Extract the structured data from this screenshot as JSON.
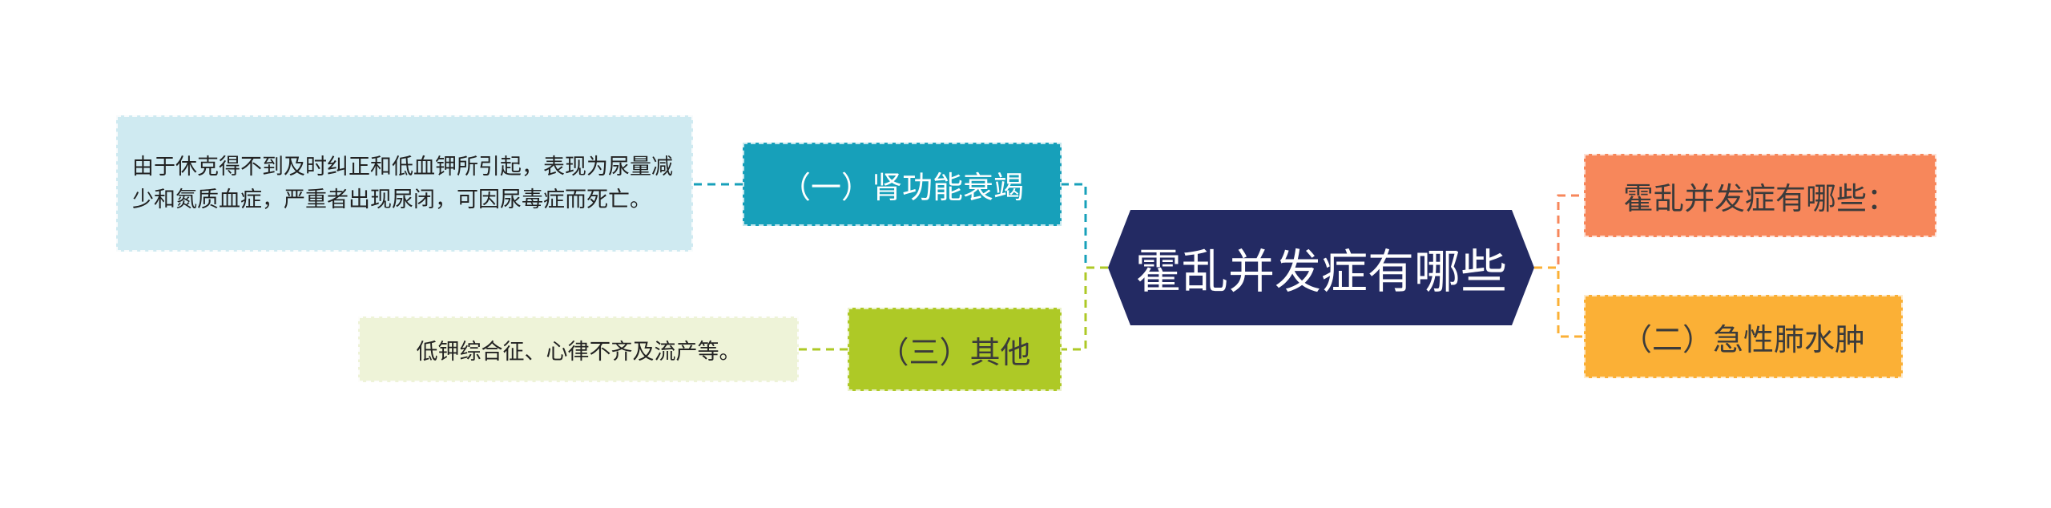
{
  "mindmap": {
    "root": {
      "label": "霍乱并发症有哪些"
    },
    "branches": [
      {
        "id": "kidney",
        "label": "（一）肾功能衰竭",
        "color": "#17a0ba",
        "detail": "由于休克得不到及时纠正和低血钾所引起，表现为尿量减少和氮质血症，严重者出现尿闭，可因尿毒症而死亡。"
      },
      {
        "id": "other",
        "label": "（三）其他",
        "color": "#aec926",
        "detail": "低钾综合征、心律不齐及流产等。"
      },
      {
        "id": "complications",
        "label": "霍乱并发症有哪些：",
        "color": "#f7875b"
      },
      {
        "id": "edema",
        "label": "（二）急性肺水肿",
        "color": "#fbb036"
      }
    ]
  }
}
